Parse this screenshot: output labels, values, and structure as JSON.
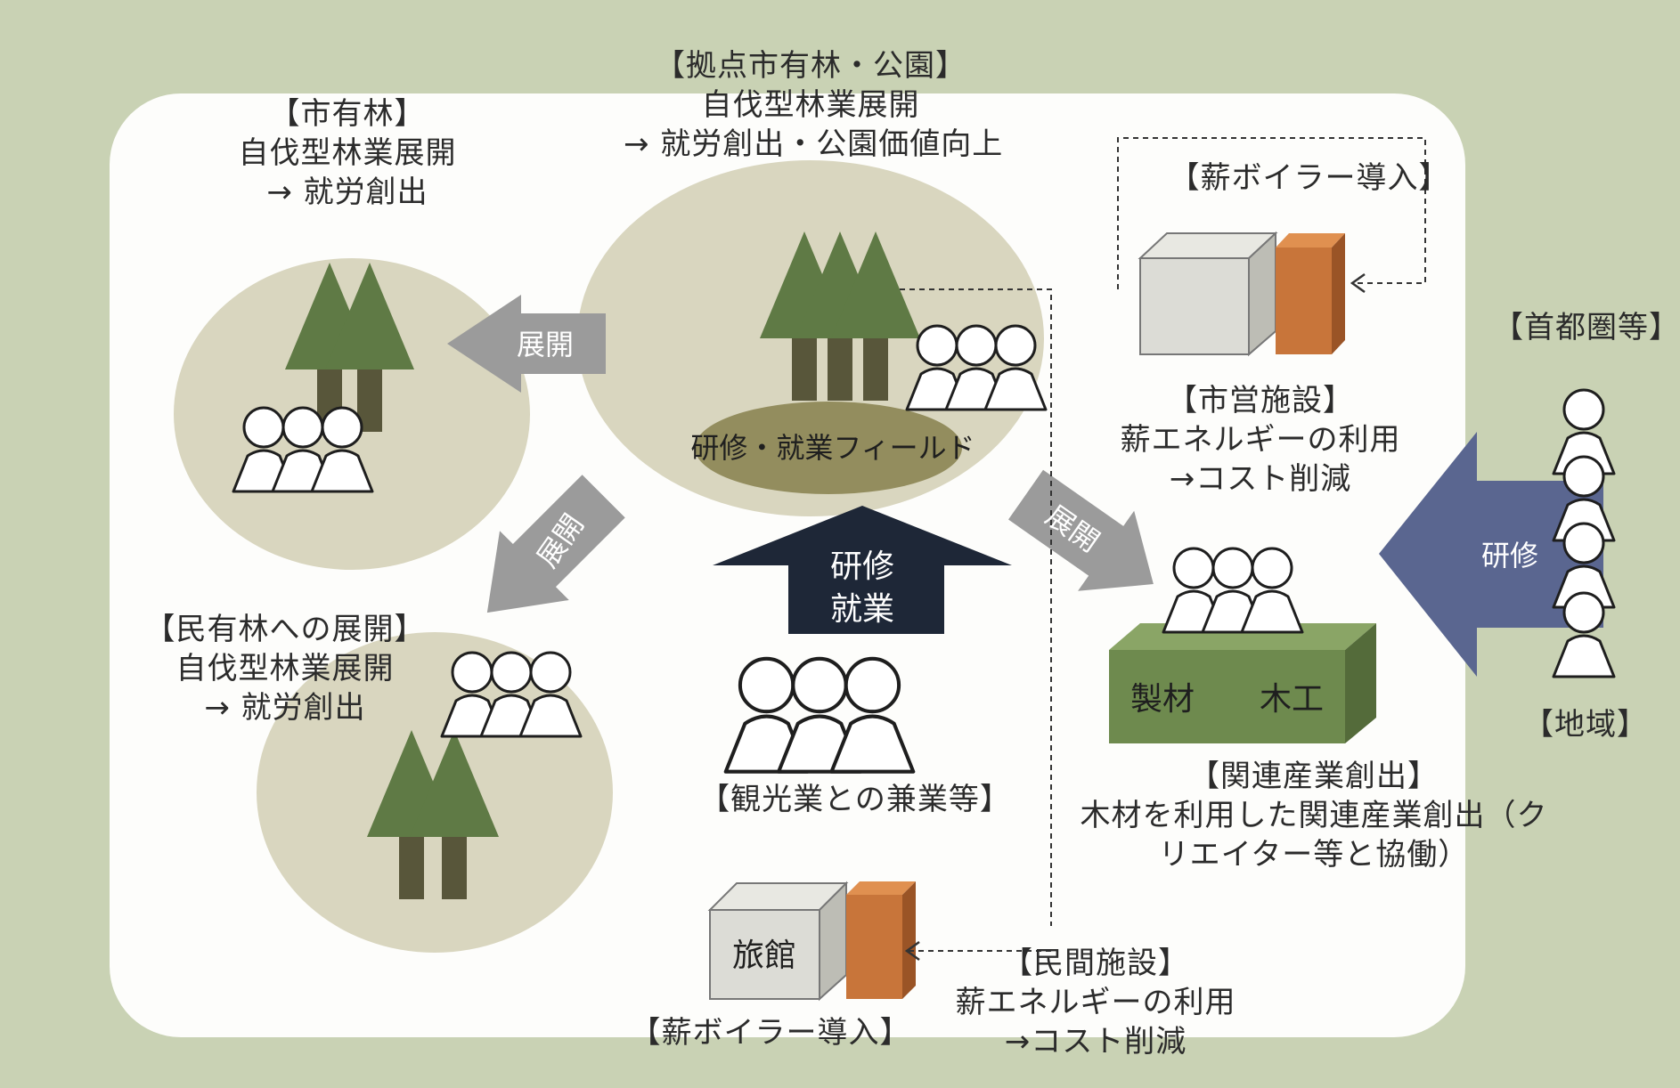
{
  "colors": {
    "background": "#c9d2b4",
    "panel": "#fdfdfb",
    "circle": "#d9d6bf",
    "tree": "#5f7a45",
    "trunk": "#58563a",
    "arrow_gray": "#9b9b9b",
    "dark_arrow": "#1e2737",
    "blue_arrow": "#5a6690",
    "box_green": "#6e8a4e",
    "box_orange": "#c8753a",
    "box_gray": "#d8d8d2",
    "field_oval": "#938d5e"
  },
  "nodes": {
    "hub": {
      "title": "【拠点市有林・公園】",
      "line1": "自伐型林業展開",
      "line2": "→ 就労創出・公園価値向上",
      "field_label": "研修・就業フィールド"
    },
    "city_forest": {
      "title": "【市有林】",
      "line1": "自伐型林業展開",
      "line2": "→ 就労創出"
    },
    "private_forest": {
      "title": "【民有林への展開】",
      "line1": "自伐型林業展開",
      "line2": "→ 就労創出"
    },
    "city_boiler": {
      "title": "【薪ボイラー導入】"
    },
    "city_facility": {
      "title": "【市営施設】",
      "line1": "薪エネルギーの利用",
      "line2": "→コスト削減"
    },
    "capital": {
      "title": "【首都圏等】"
    },
    "region": {
      "title": "【地域】"
    },
    "industry": {
      "box1": "製材",
      "box2": "木工",
      "title": "【関連産業創出】",
      "line1": "木材を利用した関連産業創出（ク",
      "line2": "リエイター等と協働）"
    },
    "tourism": {
      "title": "【観光業との兼業等】"
    },
    "inn": {
      "box": "旅館",
      "title": "【薪ボイラー導入】"
    },
    "private_facility": {
      "title": "【民間施設】",
      "line1": "薪エネルギーの利用",
      "line2": "→コスト削減"
    }
  },
  "edges": {
    "expand_left": "展開",
    "expand_down_left": "展開",
    "expand_down_right": "展開",
    "training_line1": "研修",
    "training_line2": "就業",
    "training_from_capital": "研修"
  },
  "icons": [
    "tree-icon",
    "person-group-icon",
    "boiler-unit-icon",
    "arrow-icon",
    "dashed-connector-icon"
  ]
}
